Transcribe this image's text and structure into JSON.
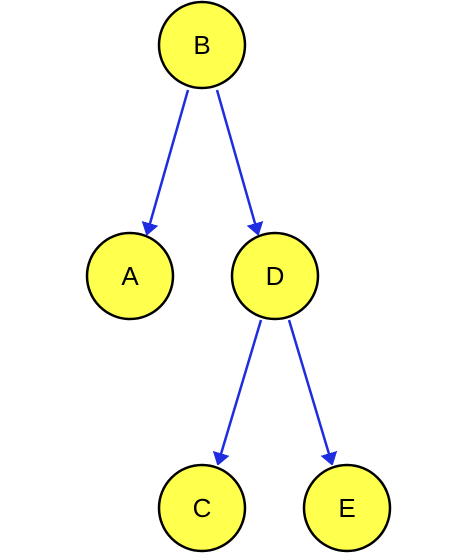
{
  "diagram": {
    "type": "binary-tree",
    "colors": {
      "node_fill": "#ffff4d",
      "node_stroke": "#000000",
      "edge_stroke": "#1f2de0",
      "background": "#ffffff"
    },
    "nodes": [
      {
        "id": "B",
        "label": "B"
      },
      {
        "id": "A",
        "label": "A"
      },
      {
        "id": "D",
        "label": "D"
      },
      {
        "id": "C",
        "label": "C"
      },
      {
        "id": "E",
        "label": "E"
      }
    ],
    "edges": [
      {
        "from": "B",
        "to": "A"
      },
      {
        "from": "B",
        "to": "D"
      },
      {
        "from": "D",
        "to": "C"
      },
      {
        "from": "D",
        "to": "E"
      }
    ]
  }
}
